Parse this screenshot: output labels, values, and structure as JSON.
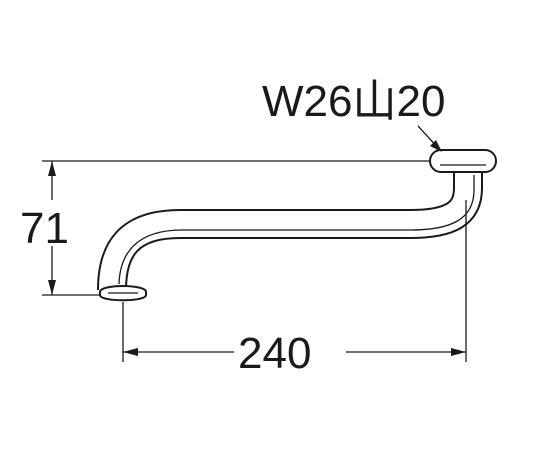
{
  "figure": {
    "thread_spec": "W26山20",
    "height_dimension": "71",
    "length_dimension": "240"
  }
}
